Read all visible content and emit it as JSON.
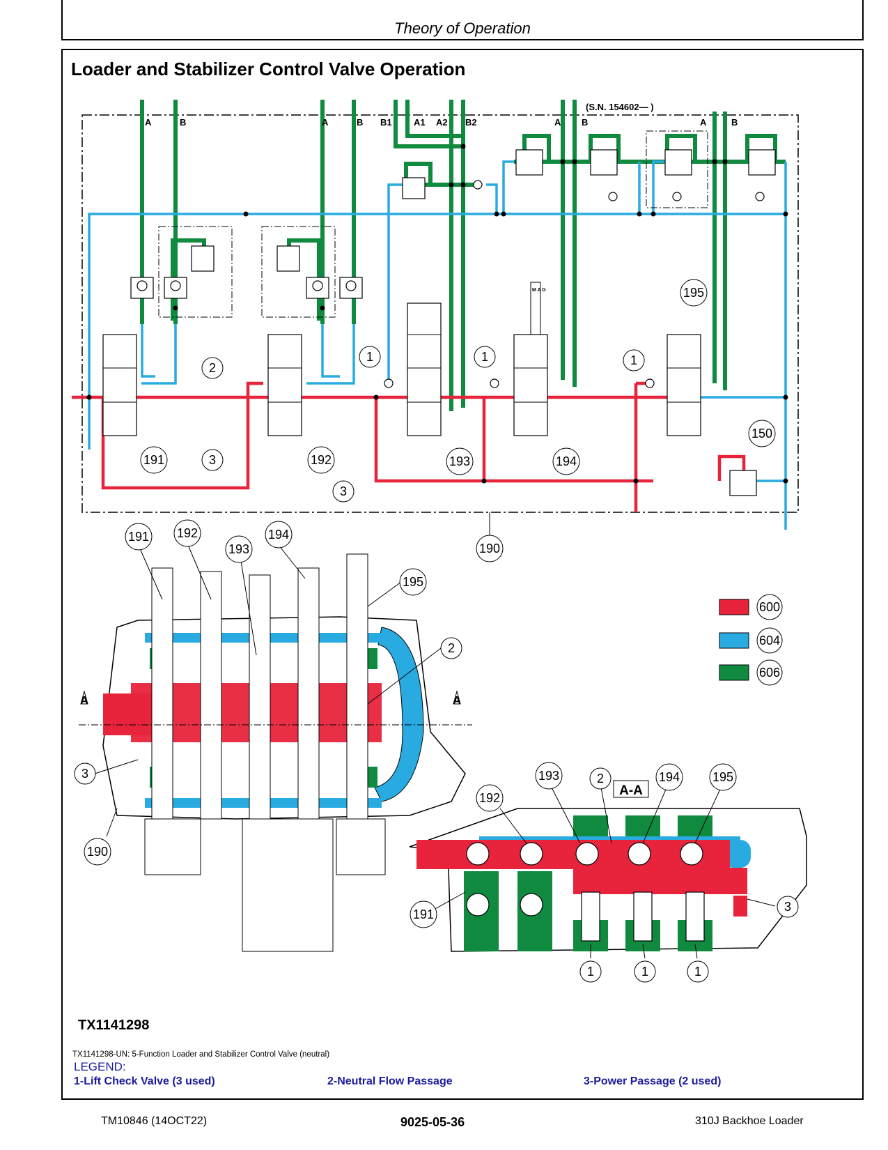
{
  "header": {
    "section": "Theory of Operation"
  },
  "title": "Loader and Stabilizer Control Valve Operation",
  "colors": {
    "pressure": "#e8243c",
    "return": "#29abe2",
    "trapped": "#0f8a3f"
  },
  "schematic": {
    "port_labels": [
      "A",
      "B",
      "A",
      "B",
      "B1",
      "A1",
      "A2",
      "B2",
      "A",
      "B",
      "A",
      "B"
    ],
    "serial_note": "(S.N. 154602— )",
    "mag_label": "M A G",
    "callouts": [
      "1",
      "1",
      "1",
      "2",
      "3",
      "3",
      "191",
      "192",
      "193",
      "194",
      "195",
      "150",
      "190"
    ]
  },
  "cutaway": {
    "callouts": [
      "191",
      "192",
      "193",
      "194",
      "195",
      "2",
      "3",
      "190"
    ],
    "section_marks": [
      "A",
      "A"
    ]
  },
  "section_view": {
    "label": "A-A",
    "callouts": [
      "192",
      "193",
      "2",
      "194",
      "195",
      "191",
      "3",
      "1",
      "1",
      "1"
    ]
  },
  "color_legend": [
    {
      "code": "600",
      "color": "#e8243c"
    },
    {
      "code": "604",
      "color": "#29abe2"
    },
    {
      "code": "606",
      "color": "#0f8a3f"
    }
  ],
  "figure_id": "TX1141298",
  "caption": "TX1141298-UN: 5-Function Loader and Stabilizer Control Valve (neutral)",
  "legend": {
    "heading": "LEGEND:",
    "items": [
      "1-Lift Check Valve (3 used)",
      "2-Neutral Flow Passage",
      "3-Power Passage (2 used)"
    ]
  },
  "footer": {
    "left": "TM10846 (14OCT22)",
    "center": "9025-05-36",
    "right": "310J Backhoe Loader"
  }
}
